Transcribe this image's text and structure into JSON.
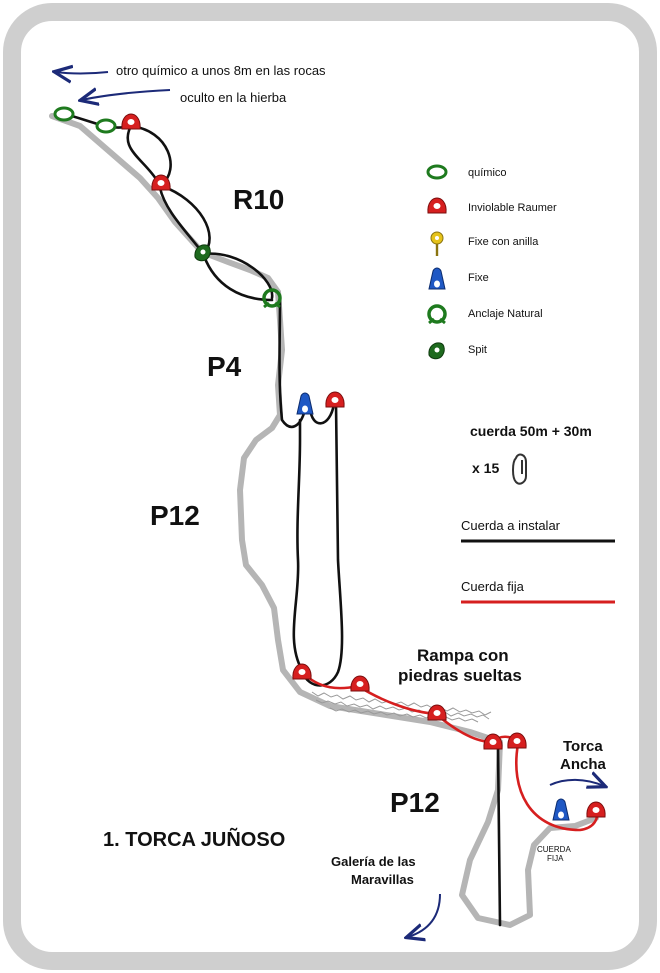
{
  "notes": {
    "chemical_far": "otro químico a unos 8m en las rocas",
    "hidden_grass": "oculto en la hierba"
  },
  "pitches": {
    "r10": "R10",
    "p4": "P4",
    "p12_upper": "P12",
    "p12_lower": "P12"
  },
  "ramp": {
    "line1": "Rampa con",
    "line2": "piedras sueltas"
  },
  "exits": {
    "torca_ancha_1": "Torca",
    "torca_ancha_2": "Ancha",
    "galeria_1": "Galería de las",
    "galeria_2": "Maravillas",
    "cuerda_fija_1": "CUERDA",
    "cuerda_fija_2": "FIJA"
  },
  "title": "1. TORCA JUÑOSO",
  "legend": {
    "items": [
      {
        "icon": "quimico-icon",
        "label": "químico",
        "color": "#1e7a1e"
      },
      {
        "icon": "raumer-icon",
        "label": "Inviolable Raumer",
        "color": "#d61f1f"
      },
      {
        "icon": "fixe-anilla-icon",
        "label": "Fixe con anilla",
        "color": "#e6c31a"
      },
      {
        "icon": "fixe-icon",
        "label": "Fixe",
        "color": "#1f58c4"
      },
      {
        "icon": "anclaje-natural-icon",
        "label": "Anclaje Natural",
        "color": "#1e7a1e"
      },
      {
        "icon": "spit-icon",
        "label": "Spit",
        "color": "#1e6a1e"
      }
    ],
    "rope": "cuerda 50m + 30m",
    "carabiners": "x 15",
    "rope_install": "Cuerda a instalar",
    "rope_fixed": "Cuerda fija"
  },
  "colors": {
    "wall": "#b5b5b5",
    "rope_install": "#111111",
    "rope_fixed": "#d61f1f",
    "arrow": "#1c2a78"
  }
}
